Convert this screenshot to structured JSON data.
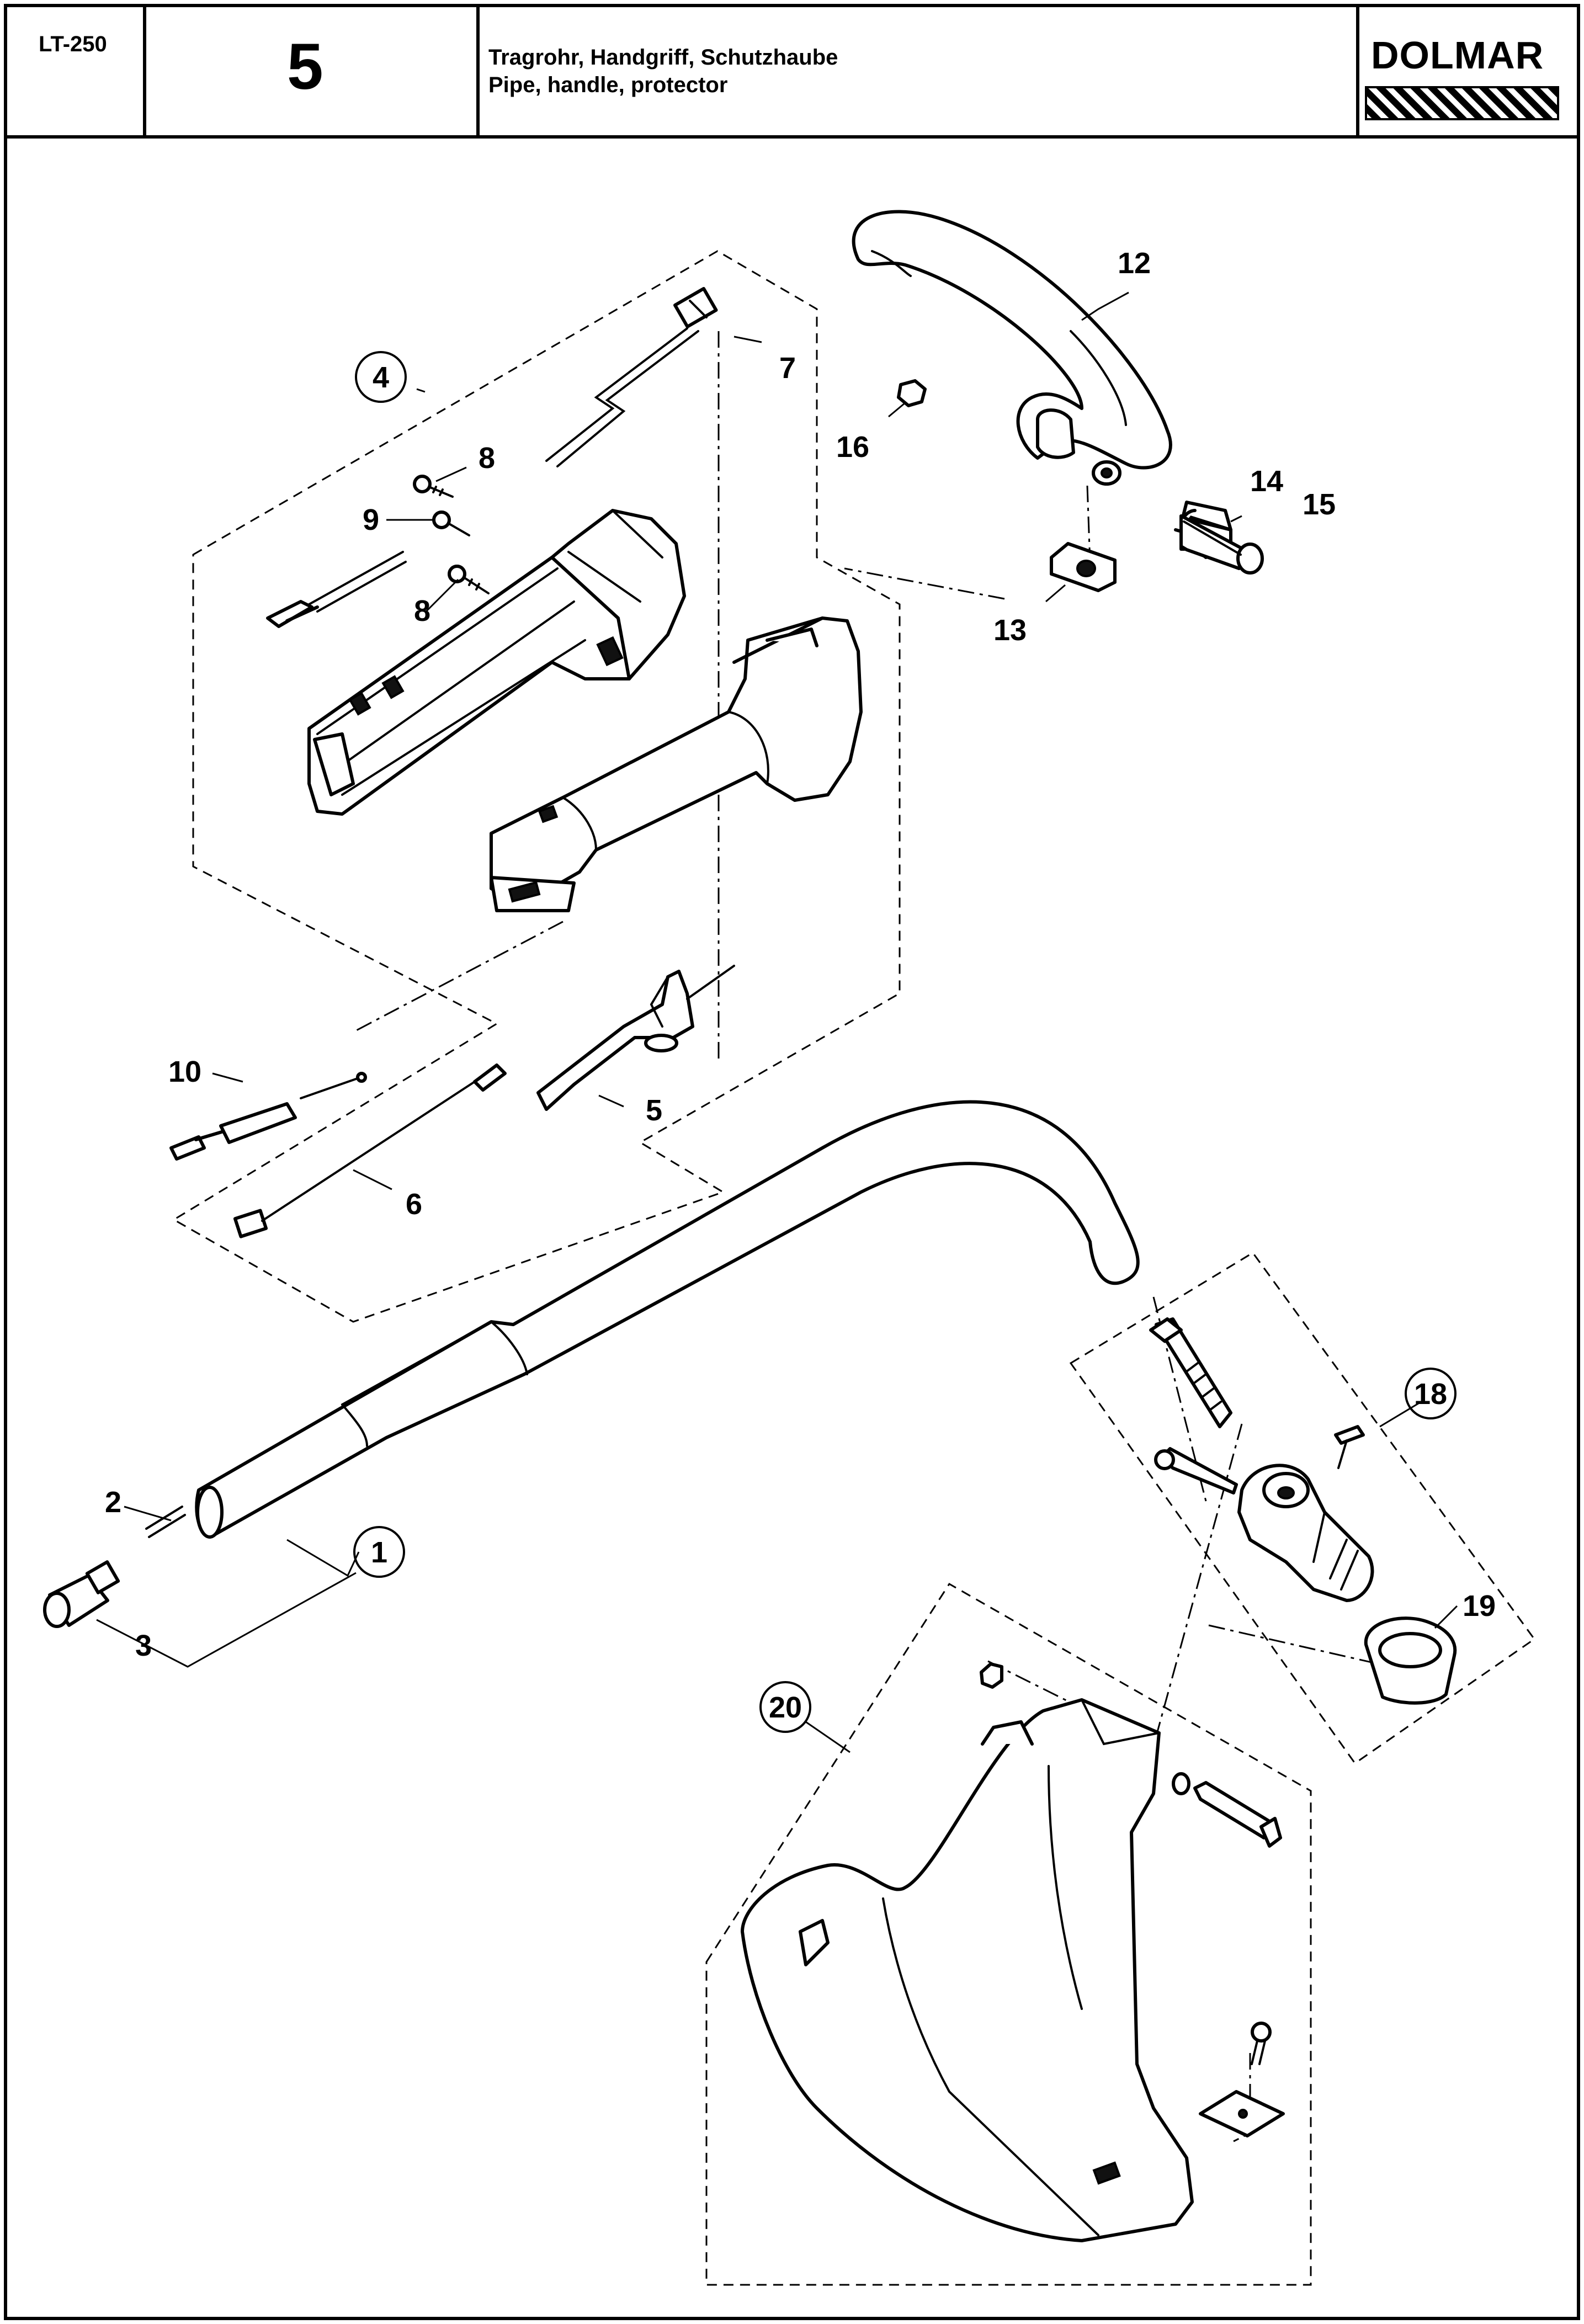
{
  "header": {
    "model": "LT-250",
    "section_number": "5",
    "title_de": "Tragrohr, Handgriff, Schutzhaube",
    "title_en": "Pipe, handle, protector",
    "brand": "DOLMAR"
  },
  "callouts": {
    "c1": "1",
    "c2": "2",
    "c3": "3",
    "c4": "4",
    "c5": "5",
    "c6": "6",
    "c7": "7",
    "c8a": "8",
    "c8b": "8",
    "c9": "9",
    "c10": "10",
    "c12": "12",
    "c13": "13",
    "c14": "14",
    "c15": "15",
    "c16": "16",
    "c18": "18",
    "c19": "19",
    "c20": "20"
  }
}
